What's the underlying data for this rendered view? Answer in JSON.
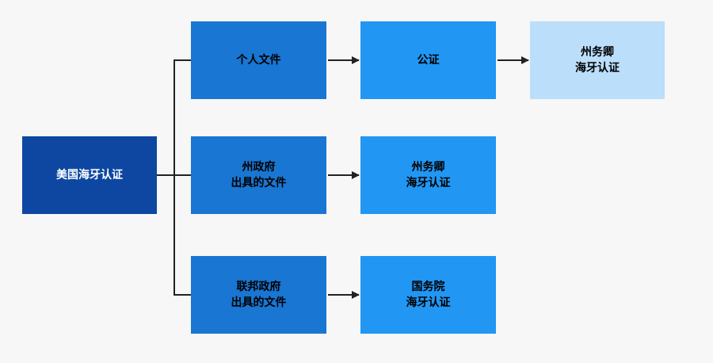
{
  "diagram": {
    "root": {
      "label": "美国海牙认证"
    },
    "branch_doc": {
      "label": "个人文件",
      "step_notary": {
        "label": "公证"
      },
      "step_state": {
        "line1": "州务卿",
        "line2": "海牙认证"
      }
    },
    "branch_state": {
      "line1": "州政府",
      "line2": "出具的文件",
      "step_state": {
        "line1": "州务卿",
        "line2": "海牙认证"
      }
    },
    "branch_federal": {
      "line1": "联邦政府",
      "line2": "出具的文件",
      "step_dos": {
        "line1": "国务院",
        "line2": "海牙认证"
      }
    }
  },
  "colors": {
    "background": "#f7f7f7",
    "root": "#0d47a1",
    "branch": "#1976d2",
    "step": "#2196f3",
    "final_step_light": "#bbdefb",
    "connector": "#222222"
  }
}
